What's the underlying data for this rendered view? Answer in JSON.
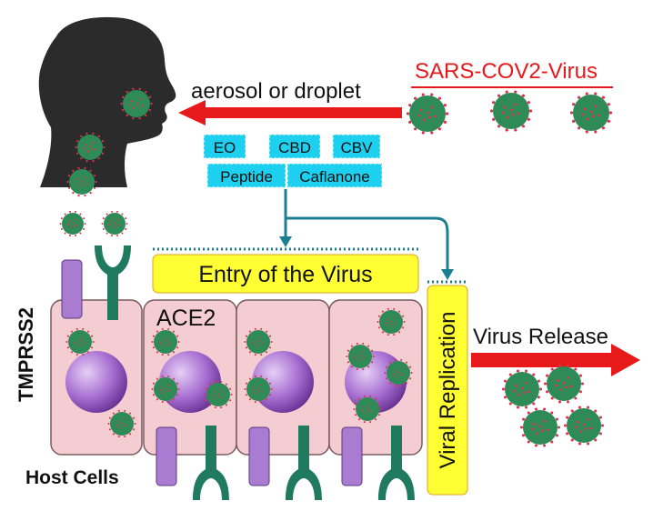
{
  "virus_name": "SARS-COV2-Virus",
  "transmission_label": "aerosol or droplet",
  "compounds": [
    "EO",
    "CBD",
    "CBV",
    "Peptide",
    "Caflanone"
  ],
  "entry_label": "Entry of the Virus",
  "replication_label": "Viral Replication",
  "release_label": "Virus Release",
  "receptor_ace2": "ACE2",
  "protease_label": "TMPRSS2",
  "cells_label": "Host Cells",
  "colors": {
    "virus_body": "#2e8b57",
    "virus_spike": "#e0314b",
    "arrow_red": "#e8191b",
    "compound_box": "#1ed0ef",
    "flow_arrow": "#1b7f91",
    "label_box": "#ffff33",
    "cell_fill": "#f4cdd3",
    "nucleus": "#9a5ec7",
    "receptor": "#1f7a5e",
    "protease": "#a97bd1",
    "silhouette": "#2b2b2b"
  }
}
